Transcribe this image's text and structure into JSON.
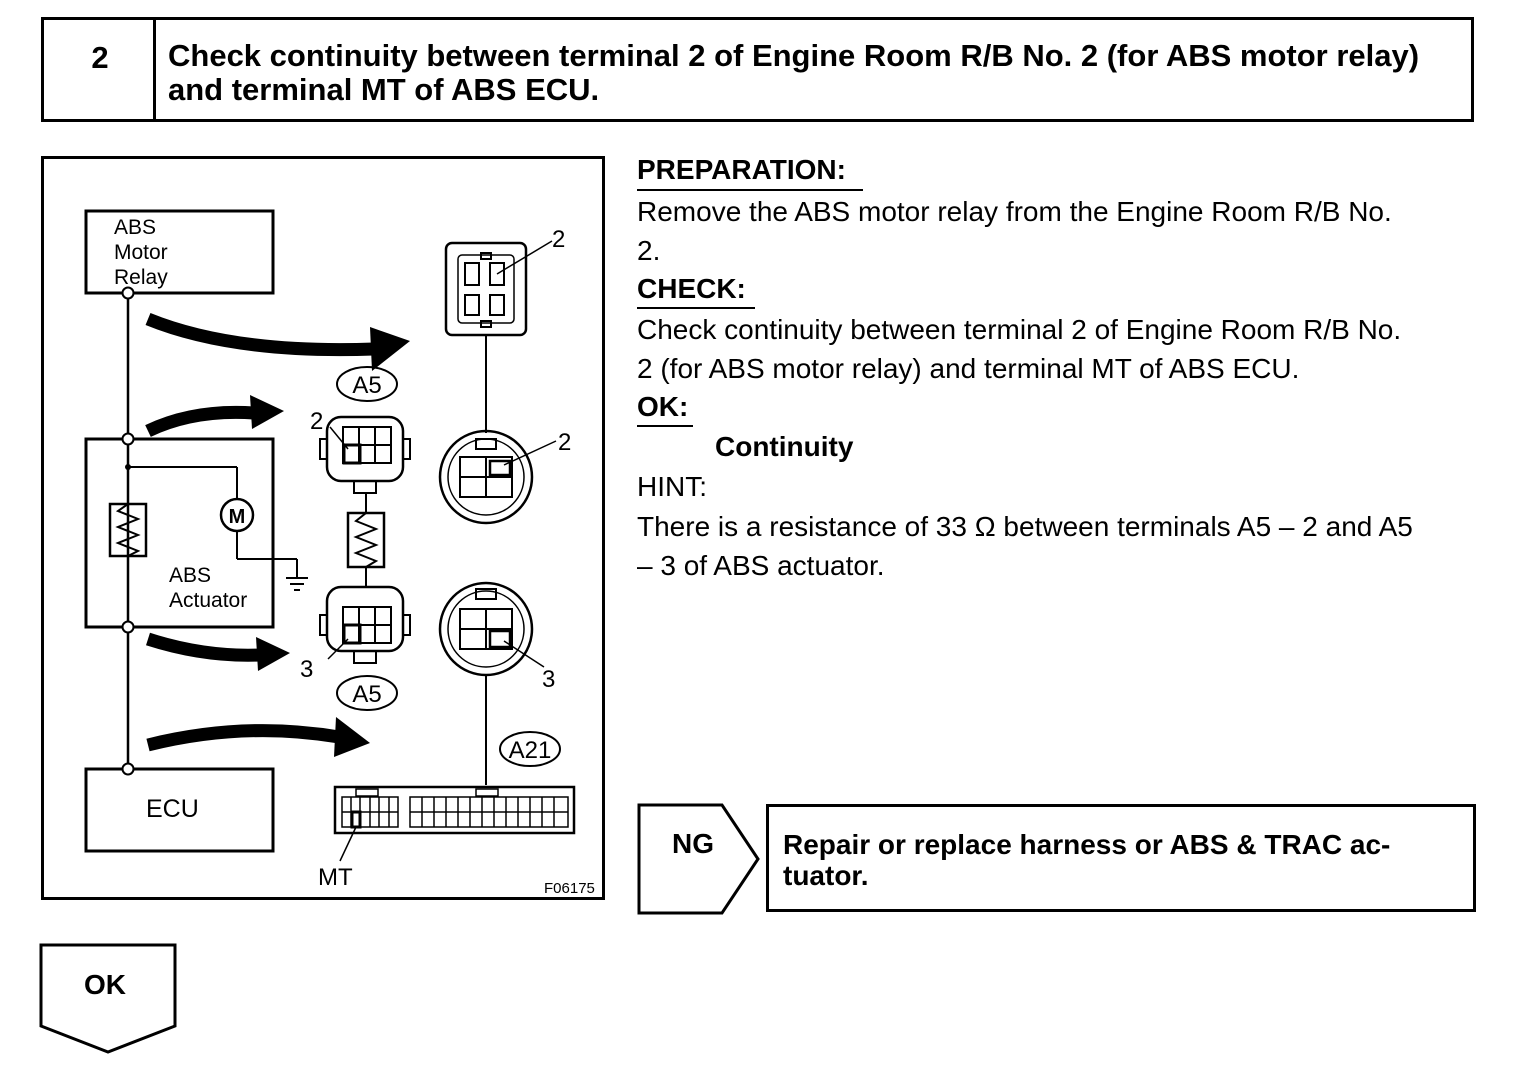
{
  "step": {
    "number": "2",
    "title": "Check continuity between terminal 2 of Engine Room R/B No. 2 (for ABS motor relay) and terminal MT of ABS ECU."
  },
  "diagram": {
    "relay_label_1": "ABS",
    "relay_label_2": "Motor",
    "relay_label_3": "Relay",
    "actuator_label_1": "ABS",
    "actuator_label_2": "Actuator",
    "motor_symbol": "M",
    "ecu_label": "ECU",
    "connector_a5_top": "A5",
    "connector_a5_bottom": "A5",
    "connector_a21": "A21",
    "terminal_relay_2": "2",
    "terminal_a5_2": "2",
    "terminal_harness_2": "2",
    "terminal_a5_3": "3",
    "terminal_harness_3": "3",
    "terminal_mt": "MT",
    "figure_code": "F06175"
  },
  "instructions": {
    "preparation_heading": "PREPARATION:",
    "preparation_line1": "Remove the ABS motor relay from the Engine Room R/B No.",
    "preparation_line2": "2.",
    "check_heading": "CHECK:",
    "check_line1": "Check continuity between terminal 2 of Engine Room R/B No.",
    "check_line2": "2 (for ABS motor relay) and terminal MT of ABS ECU.",
    "ok_heading": "OK:",
    "ok_value": "Continuity",
    "hint_heading": "HINT:",
    "hint_line1": "There is a resistance of 33 Ω between terminals A5 – 2 and A5",
    "hint_line2": "– 3 of ABS actuator."
  },
  "ng_result": {
    "label": "NG",
    "line1": "Repair or replace harness or ABS & TRAC ac-",
    "line2": "tuator."
  },
  "ok_result": {
    "label": "OK"
  }
}
